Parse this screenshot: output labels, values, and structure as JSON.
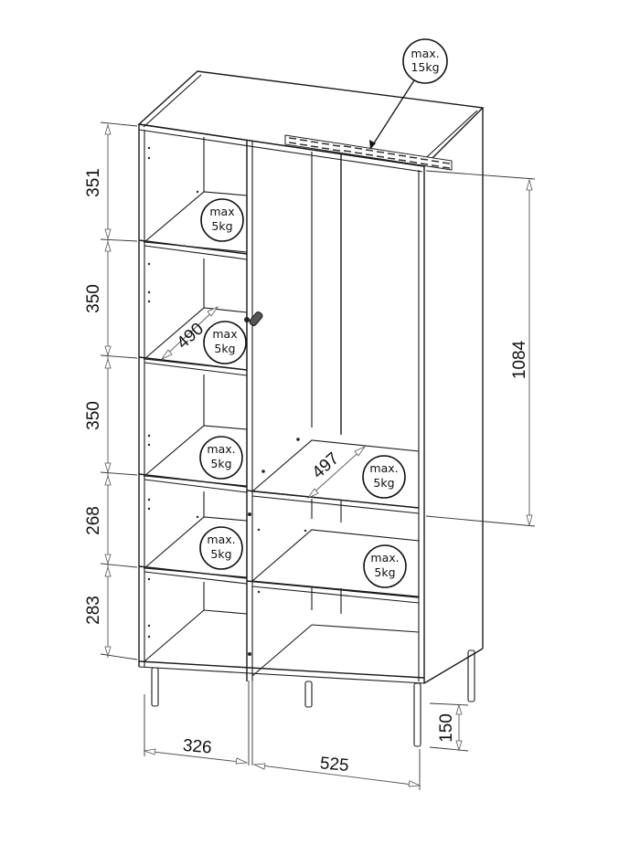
{
  "diagram": {
    "type": "furniture-dimension-drawing",
    "subject": "two-section open shelving unit with hanging rail and legs",
    "units": "mm"
  },
  "dimensions": {
    "left_heights": [
      {
        "id": "section-1",
        "value": "351"
      },
      {
        "id": "section-2",
        "value": "350"
      },
      {
        "id": "section-3",
        "value": "350"
      },
      {
        "id": "section-4",
        "value": "268"
      },
      {
        "id": "section-5",
        "value": "283"
      }
    ],
    "right_height": {
      "value": "1084"
    },
    "shelf_depth_left": {
      "value": "490"
    },
    "shelf_depth_right": {
      "value": "497"
    },
    "width_left": {
      "value": "326"
    },
    "width_right": {
      "value": "525"
    },
    "leg_height": {
      "value": "150"
    }
  },
  "load_badges": {
    "rail": {
      "line1": "max.",
      "line2": "15kg"
    },
    "left_shelf_1": {
      "line1": "max",
      "line2": "5kg"
    },
    "left_shelf_2": {
      "line1": "max",
      "line2": "5kg"
    },
    "left_shelf_3": {
      "line1": "max.",
      "line2": "5kg"
    },
    "left_shelf_4": {
      "line1": "max.",
      "line2": "5kg"
    },
    "right_shelf_1": {
      "line1": "max.",
      "line2": "5kg"
    },
    "right_shelf_2": {
      "line1": "max.",
      "line2": "5kg"
    }
  },
  "colors": {
    "line": "#1a1a1a",
    "dimension": "#555555",
    "background": "#ffffff"
  }
}
